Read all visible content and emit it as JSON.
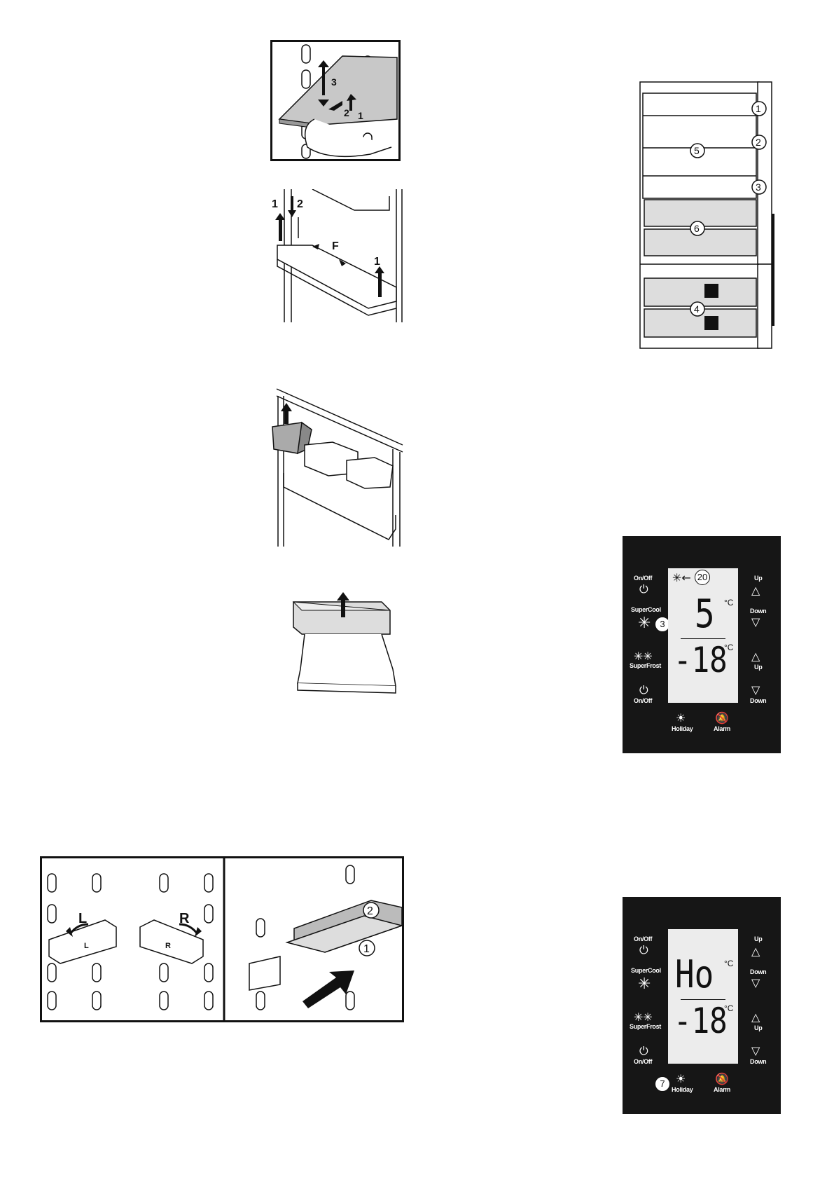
{
  "fig1": {
    "step1": "1",
    "step2": "2",
    "step3": "3"
  },
  "fig2": {
    "step1a": "1",
    "step2": "2",
    "step1b": "1",
    "force": "F"
  },
  "fridge": {
    "c1": "1",
    "c2": "2",
    "c3": "3",
    "c4": "4",
    "c5": "5",
    "c6": "6"
  },
  "brackets": {
    "left": "L",
    "right": "R",
    "left_small": "L",
    "right_small": "R",
    "shelf2": "2",
    "shelf1": "1"
  },
  "panel1": {
    "onoff_top": "On/Off",
    "supercool": "SuperCool",
    "superfrost": "SuperFrost",
    "onoff_bottom": "On/Off",
    "up_top": "Up",
    "down_top": "Down",
    "up_bottom": "Up",
    "down_bottom": "Down",
    "holiday": "Holiday",
    "alarm": "Alarm",
    "fridge_temp": "5",
    "freezer_temp": "-18",
    "unit1": "°C",
    "unit2": "°C",
    "callout_icon": "20",
    "callout_button": "3"
  },
  "panel2": {
    "onoff_top": "On/Off",
    "supercool": "SuperCool",
    "superfrost": "SuperFrost",
    "onoff_bottom": "On/Off",
    "up_top": "Up",
    "down_top": "Down",
    "up_bottom": "Up",
    "down_bottom": "Down",
    "holiday": "Holiday",
    "alarm": "Alarm",
    "fridge_display": "Ho",
    "freezer_temp": "-18",
    "unit1": "°C",
    "unit2": "°C",
    "callout_holiday": "7"
  }
}
